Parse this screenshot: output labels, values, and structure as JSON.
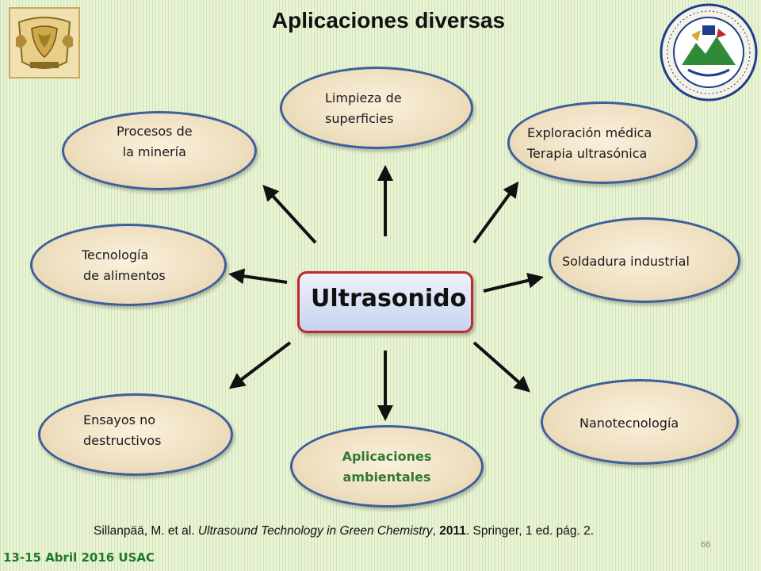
{
  "title": "Aplicaciones diversas",
  "center": {
    "label": "Ultrasonido"
  },
  "nodes": {
    "limpieza": {
      "lines": [
        "Limpieza de",
        "superficies"
      ]
    },
    "mineria": {
      "lines": [
        "Procesos de",
        "la minería"
      ]
    },
    "medica": {
      "lines": [
        "Exploración médica",
        "Terapia ultrasónica"
      ]
    },
    "alimentos": {
      "lines": [
        "Tecnología",
        "de alimentos"
      ]
    },
    "soldadura": {
      "lines": [
        "Soldadura industrial"
      ]
    },
    "ensayos": {
      "lines": [
        "Ensayos no",
        "destructivos"
      ]
    },
    "ambientales": {
      "lines": [
        "Aplicaciones",
        "ambientales"
      ]
    },
    "nanotecnologia": {
      "lines": [
        "Nanotecnología"
      ]
    }
  },
  "citation": {
    "authors": "Sillanpää, M. et al. ",
    "book": "Ultrasound Technology in Green Chemistry",
    "sep": ", ",
    "year": "2011",
    "rest": ". Springer, 1 ed. pág. 2."
  },
  "page_number": "66",
  "footer": "13-15 Abril 2016 USAC",
  "colors": {
    "oval_border": "#3d5f9a",
    "oval_fill": "#f2e4c8",
    "center_border": "#c0282c",
    "center_fill": "#d6def2",
    "green_text": "#2f7a2f",
    "footer_text": "#1e7a2a"
  },
  "logos": {
    "left": "unam-crest",
    "right": "usac-seal"
  }
}
